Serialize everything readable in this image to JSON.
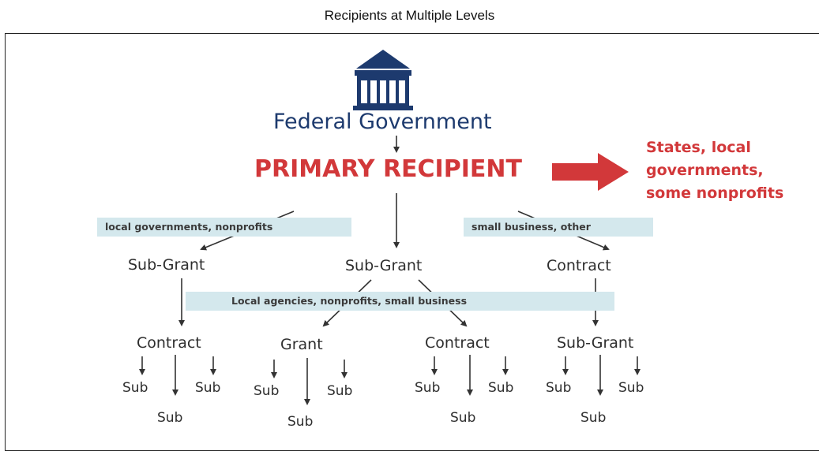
{
  "title": "Recipients at Multiple Levels",
  "colors": {
    "navy": "#1d3a6e",
    "red": "#d2383a",
    "band": "#d4e8ed",
    "text": "#2e2e2e"
  },
  "icons": {
    "government": "government-building-icon"
  },
  "diagram": {
    "root": "Federal Government",
    "primary": "PRIMARY RECIPIENT",
    "primary_examples": [
      "States, local",
      "governments,",
      "some nonprofits"
    ],
    "bands": {
      "left": "local governments,  nonprofits",
      "right": "small business,  other",
      "middle": "Local agencies, nonprofits, small business"
    },
    "level2": [
      "Sub-Grant",
      "Sub-Grant",
      "Contract"
    ],
    "level3": [
      "Contract",
      "Grant",
      "Contract",
      "Sub-Grant"
    ],
    "leaf": "Sub"
  }
}
